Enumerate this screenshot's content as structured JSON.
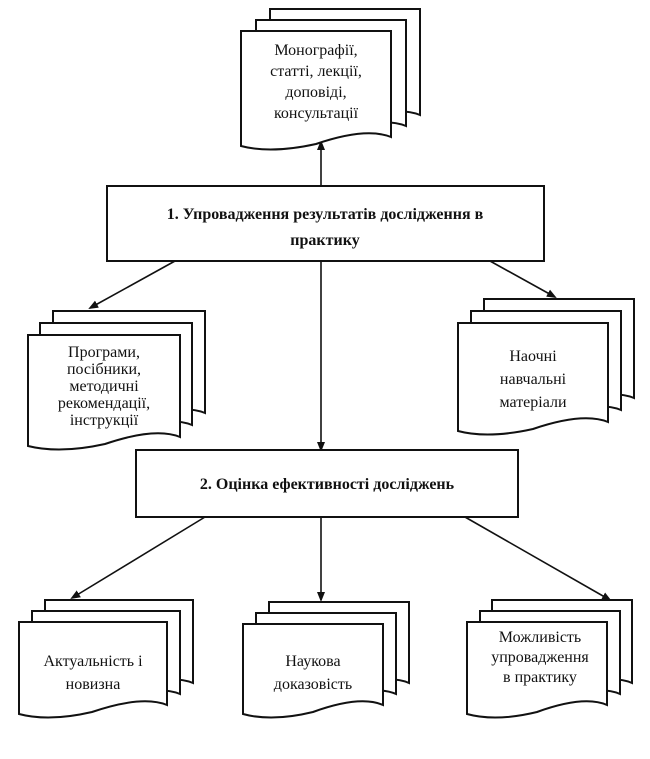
{
  "colors": {
    "ink": "#111111",
    "paper": "#ffffff"
  },
  "documents": {
    "top": {
      "lines": [
        "Монографії,",
        "статті, лекції,",
        "доповіді,",
        "консультації"
      ]
    },
    "left": {
      "lines": [
        "Програми,",
        "посібники,",
        "методичні",
        "рекомендації,",
        "інструкції"
      ]
    },
    "right": {
      "lines": [
        "Наочні",
        "навчальні",
        "матеріали"
      ]
    },
    "bottom_left": {
      "lines": [
        "Актуальність і",
        "новизна"
      ]
    },
    "bottom_center": {
      "lines": [
        "Наукова",
        "доказовість"
      ]
    },
    "bottom_right": {
      "lines": [
        "Можливість",
        "упровадження",
        "в практику"
      ]
    }
  },
  "boxes": {
    "box1": {
      "lines": [
        "1. Упровадження результатів дослідження в",
        "практику"
      ]
    },
    "box2": {
      "lines": [
        "2. Оцінка ефективності досліджень"
      ]
    }
  }
}
